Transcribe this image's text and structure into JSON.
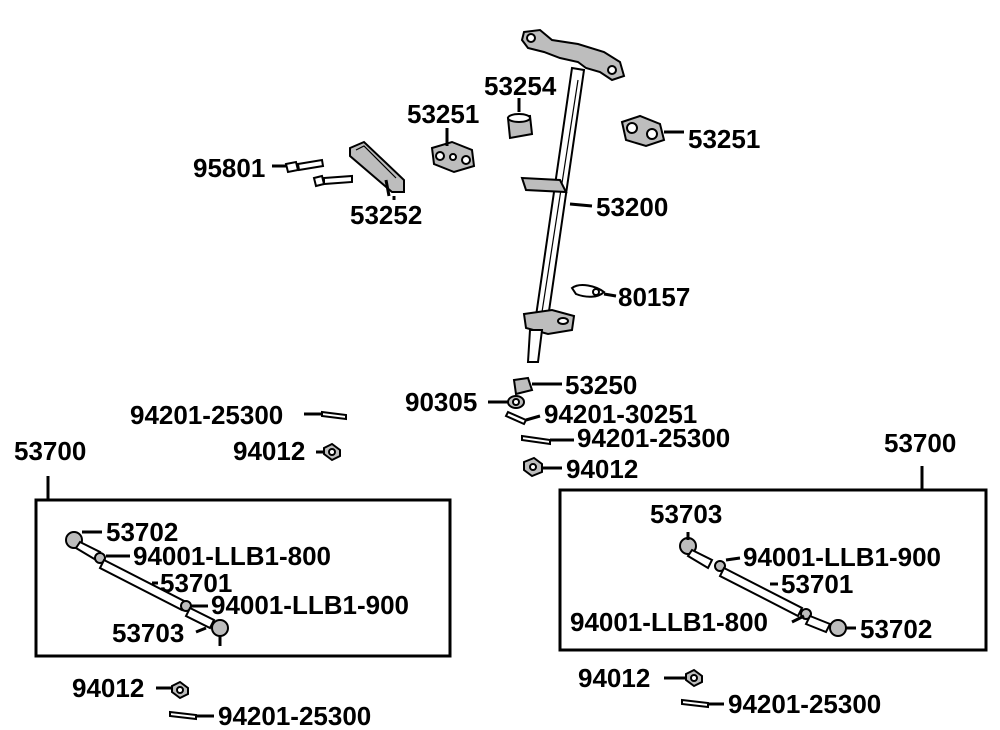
{
  "parts": {
    "steering_shaft": "53200",
    "shaft_holder_right": "53251",
    "shaft_holder_left": "53251",
    "bushing": "53254",
    "holder_plate": "53252",
    "bolt": "95801",
    "bracket_clip": "80157",
    "shaft_stopper": "53250",
    "washer": "90305",
    "cotter_pin_center_a": "94201-30251",
    "cotter_pin_center_b": "94201-25300",
    "nut_center": "94012",
    "cotter_pin_top_left": "94201-25300",
    "nut_top_left": "94012",
    "nut_bottom_left": "94012",
    "cotter_pin_bottom_left": "94201-25300",
    "nut_bottom_right": "94012",
    "cotter_pin_bottom_right": "94201-25300"
  },
  "left_assembly": {
    "title": "53700",
    "tie_rod_end_top": "53702",
    "lock_nut_top": "94001-LLB1-800",
    "tie_rod": "53701",
    "lock_nut_bottom": "94001-LLB1-900",
    "tie_rod_end_bottom": "53703"
  },
  "right_assembly": {
    "title": "53700",
    "tie_rod_end_top": "53703",
    "lock_nut_top": "94001-LLB1-900",
    "tie_rod": "53701",
    "lock_nut_bottom": "94001-LLB1-800",
    "tie_rod_end_bottom": "53702"
  }
}
